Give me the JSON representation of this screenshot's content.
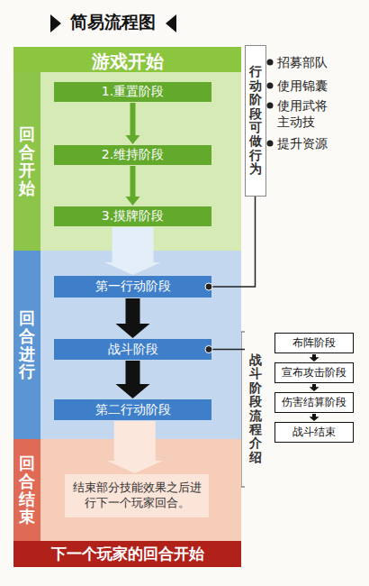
{
  "diagram": {
    "title": "简易流程图",
    "nodes": [
      {
        "text": [
          "游戏开始"
        ]
      },
      {
        "text": [
          "回合开始"
        ]
      },
      {
        "text": [
          "1.重置阶段"
        ],
        "in": 1
      },
      {
        "text": [
          "2.维持阶段"
        ],
        "in": 1
      },
      {
        "text": [
          "3.摸牌阶段"
        ],
        "in": 1
      },
      {
        "text": [
          "回合进行"
        ]
      },
      {
        "text": [
          "第一行动阶段"
        ],
        "in": 5
      },
      {
        "text": [
          "战斗阶段"
        ],
        "in": 5
      },
      {
        "text": [
          "第二行动阶段"
        ],
        "in": 5
      },
      {
        "text": [
          "回合结束"
        ]
      },
      {
        "text": [
          "结束部分技能效果之后进行下一个玩家回合。"
        ],
        "in": 9
      },
      {
        "text": [
          "下一个玩家的回合开始"
        ]
      },
      {
        "text": [
          "行动阶段可做行为"
        ]
      },
      {
        "text": [
          "战斗阶段流程介绍"
        ]
      },
      {
        "text": [
          "布阵阶段"
        ]
      },
      {
        "text": [
          "宣布攻击阶段"
        ]
      },
      {
        "text": [
          "伤害结算阶段"
        ]
      },
      {
        "text": [
          "战斗结束"
        ]
      }
    ],
    "edges": [
      {
        "from": 2,
        "to": 3,
        "arrow": "to"
      },
      {
        "from": 3,
        "to": 4,
        "arrow": "to"
      },
      {
        "from": 4,
        "to": 6,
        "arrow": "to"
      },
      {
        "from": 6,
        "to": 7,
        "arrow": "to"
      },
      {
        "from": 7,
        "to": 8,
        "arrow": "to"
      },
      {
        "from": 8,
        "to": 10,
        "arrow": "to"
      },
      {
        "from": 6,
        "to": 12,
        "arrow": "none"
      },
      {
        "from": 7,
        "to": 13,
        "arrow": "none"
      },
      {
        "from": 14,
        "to": 15,
        "arrow": "to"
      },
      {
        "from": 15,
        "to": 16,
        "arrow": "to"
      },
      {
        "from": 16,
        "to": 17,
        "arrow": "to"
      }
    ],
    "labels": [
      "招募部队",
      "使用锦囊",
      "使用武将主动技",
      "提升资源"
    ]
  }
}
